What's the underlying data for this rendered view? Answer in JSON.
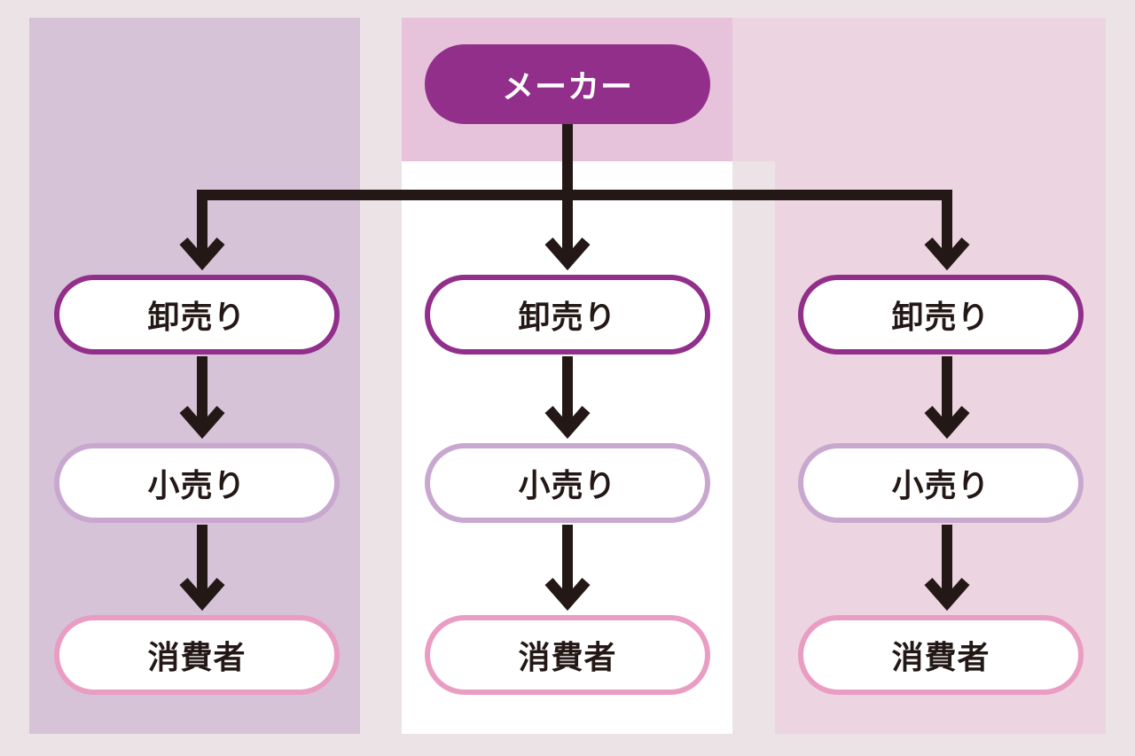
{
  "diagram": {
    "maker": {
      "label": "メーカー",
      "color": "#922f8b"
    },
    "channels": [
      {
        "wholesale": "卸売り",
        "retail": "小売り",
        "consumer": "消費者"
      },
      {
        "wholesale": "卸売り",
        "retail": "小売り",
        "consumer": "消費者"
      },
      {
        "wholesale": "卸売り",
        "retail": "小売り",
        "consumer": "消費者"
      }
    ],
    "colors": {
      "wholesale_border": "#922f8b",
      "retail_border": "#c9a8d0",
      "consumer_border": "#ea9dc3",
      "arrow": "#231815",
      "panel_left": "#d7c3d8",
      "panel_center": "#ffffff",
      "panel_right": "#edd4e1"
    }
  }
}
